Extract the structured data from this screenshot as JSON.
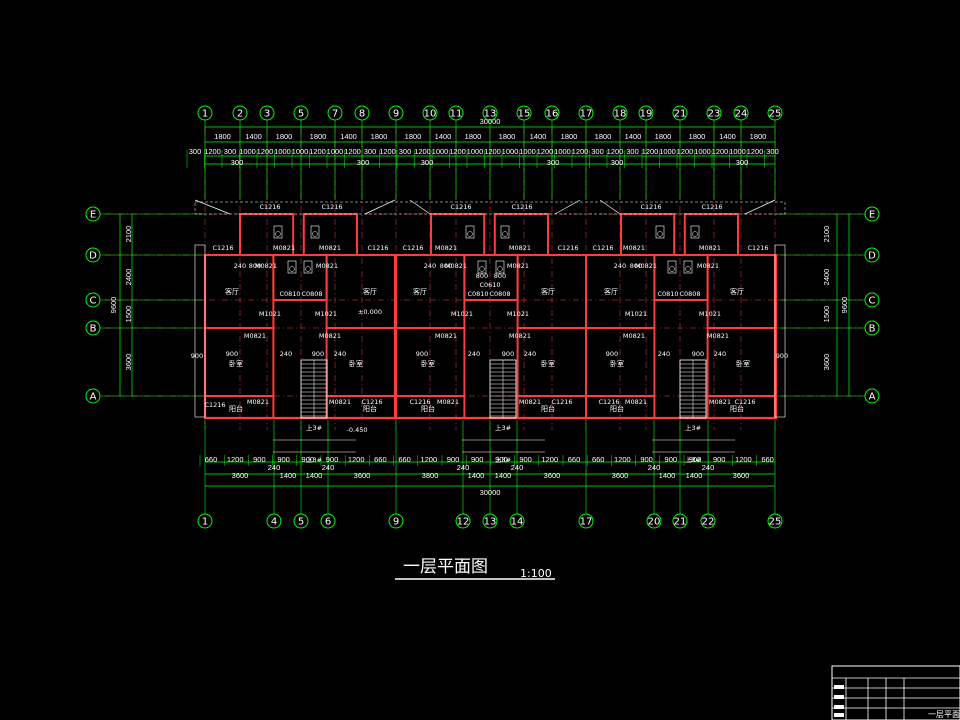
{
  "colors": {
    "background": "#000000",
    "wall": "#ff3b3b",
    "dimension": "#00ff00",
    "grid": "#ff4040",
    "text": "#ffffff",
    "stair": "#ffffff"
  },
  "drawing": {
    "title": "一层平面图",
    "scale": "1:100"
  },
  "top_axes": [
    "1",
    "2",
    "3",
    "5",
    "7",
    "8",
    "9",
    "10",
    "11",
    "13",
    "15",
    "16",
    "17",
    "18",
    "19",
    "21",
    "23",
    "24",
    "25"
  ],
  "bottom_axes": [
    "1",
    "4",
    "5",
    "6",
    "9",
    "12",
    "13",
    "14",
    "17",
    "20",
    "21",
    "22",
    "25"
  ],
  "row_axes": [
    "E",
    "D",
    "C",
    "B",
    "A"
  ],
  "top_dims": {
    "total": "30000",
    "row1": [
      "1800",
      "1400",
      "1800",
      "1800",
      "1400",
      "1800",
      "1800",
      "1400",
      "1800",
      "1800",
      "1400",
      "1800",
      "1800",
      "1400",
      "1800",
      "1800",
      "1400",
      "1800"
    ],
    "row2": [
      "300",
      "1200",
      "300",
      "1000",
      "1200",
      "1000",
      "1000",
      "1200",
      "1000",
      "1200",
      "300",
      "1200",
      "300",
      "1200",
      "1000",
      "1200",
      "1000",
      "1200",
      "1000",
      "1000",
      "1200",
      "1000",
      "1200",
      "300",
      "1200",
      "300",
      "1200",
      "1000",
      "1200",
      "1000",
      "1200",
      "1000",
      "1200",
      "300"
    ],
    "row3": [
      "300",
      "300",
      "300",
      "300",
      "300",
      "300"
    ]
  },
  "bottom_dims": {
    "total": "30000",
    "row1": [
      "3600",
      "1400",
      "1400",
      "3600",
      "3800",
      "1400",
      "1400",
      "3600",
      "3600",
      "1400",
      "1400",
      "3600"
    ],
    "row2": [
      "660",
      "1200",
      "900",
      "900",
      "900",
      "900",
      "1200",
      "660",
      "660",
      "1200",
      "900",
      "900",
      "900",
      "900",
      "1200",
      "660",
      "660",
      "1200",
      "900",
      "900",
      "900",
      "900",
      "1200",
      "660"
    ],
    "row3": [
      "240",
      "240",
      "240",
      "240",
      "240",
      "240"
    ]
  },
  "side_dims": {
    "total": "9600",
    "parts": [
      "2100",
      "2400",
      "1500",
      "3600"
    ]
  },
  "rooms": {
    "living": "客厅",
    "bedroom": "卧室",
    "balcony": "阳台"
  },
  "tags": {
    "window_c1216": "C1216",
    "door_m0821": "M0821",
    "door_m1021": "M1021",
    "window_c0810": "C0810",
    "window_c0808": "C0808",
    "window_c0610": "C0610",
    "dim_900": "900",
    "dim_240": "240",
    "dim_800": "800",
    "dim_1000": "1000",
    "dim_1200": "1200",
    "elev_zero": "±0.000",
    "elev_neg": "-0.450",
    "up_label": "上",
    "stair_label": "上3#"
  },
  "title_block": {
    "name": "一层平面图"
  }
}
